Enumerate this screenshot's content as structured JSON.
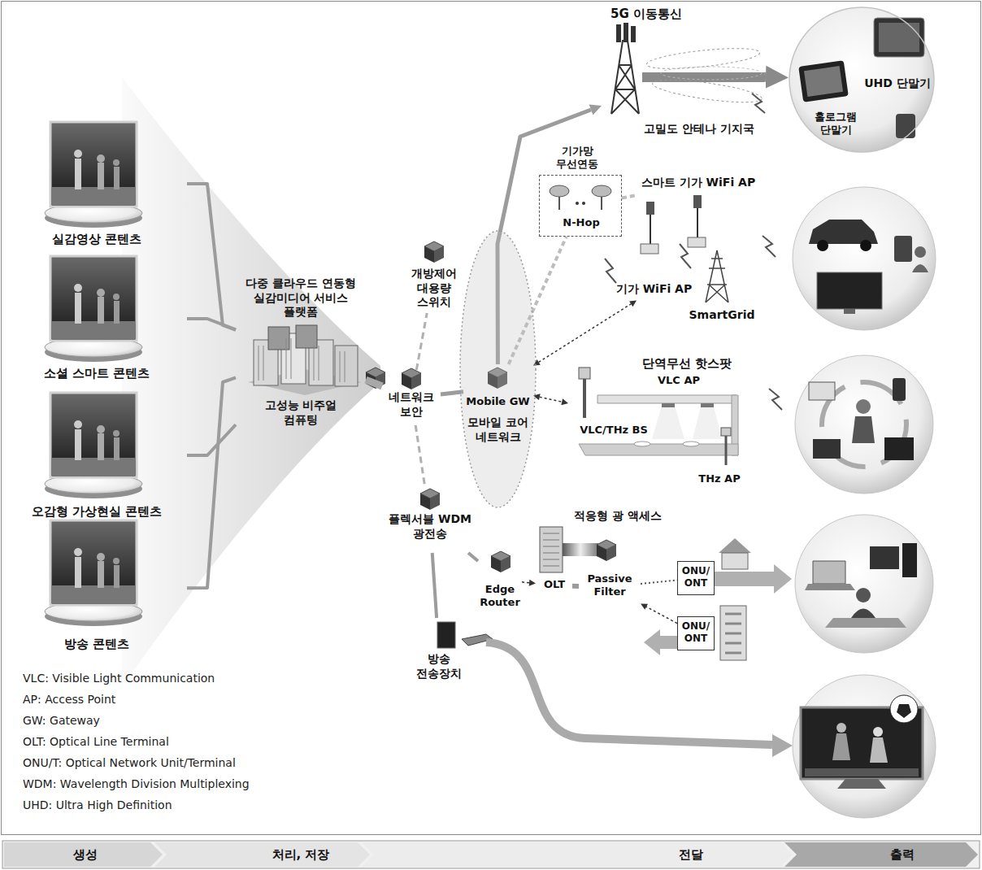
{
  "diagram": {
    "nodes": [
      {
        "text": [
          "실감영상 콘텐츠"
        ]
      },
      {
        "text": [
          "소셜 스마트 콘텐츠"
        ]
      },
      {
        "text": [
          "오감형 가상현실 콘텐츠"
        ]
      },
      {
        "text": [
          "방송 콘텐츠"
        ]
      },
      {
        "text": [
          "다중 클라우드 연동형 실감미디어 서비스 플랫폼",
          "고성능 비주얼 컴퓨팅"
        ]
      },
      {
        "text": [
          "개방제어 대용량 스위치"
        ]
      },
      {
        "text": [
          "네트워크 보안"
        ]
      },
      {
        "text": [
          "모바일 코어 네트워크"
        ]
      },
      {
        "text": [
          "Mobile GW"
        ],
        "in": 7
      },
      {
        "text": [
          "플렉서블 WDM 광전송"
        ]
      },
      {
        "text": [
          "방송 전송장치"
        ]
      },
      {
        "text": [
          "5G 이동통신",
          "고밀도 안테나 기지국"
        ]
      },
      {
        "text": [
          "N-Hop"
        ]
      },
      {
        "text": [
          "스마트 기가 WiFi AP"
        ]
      },
      {
        "text": [
          "기가 WiFi AP"
        ]
      },
      {
        "text": [
          "SmartGrid"
        ]
      },
      {
        "text": [
          "단역무선 핫스팟",
          "VLC AP"
        ]
      },
      {
        "text": [
          "VLC/THz BS"
        ],
        "in": 16
      },
      {
        "text": [
          "THz AP"
        ],
        "in": 16
      },
      {
        "text": [
          "Edge Router"
        ]
      },
      {
        "text": [
          "OLT"
        ]
      },
      {
        "text": [
          "Passive Filter"
        ]
      },
      {
        "text": [
          "ONU/ ONT"
        ]
      },
      {
        "text": [
          "ONU/ ONT"
        ]
      },
      {
        "text": [
          "UHD 단말기",
          "홀로그램 단말기"
        ]
      }
    ],
    "edges": [
      {
        "from": 0,
        "to": 4,
        "arrow": "none"
      },
      {
        "from": 1,
        "to": 4,
        "arrow": "none"
      },
      {
        "from": 2,
        "to": 4,
        "arrow": "none"
      },
      {
        "from": 3,
        "to": 4,
        "arrow": "none"
      },
      {
        "from": 4,
        "to": 6,
        "arrow": "none"
      },
      {
        "from": 6,
        "to": 5,
        "arrow": "none"
      },
      {
        "from": 6,
        "to": 8,
        "arrow": "none"
      },
      {
        "from": 6,
        "to": 9,
        "arrow": "none"
      },
      {
        "from": 9,
        "to": 10,
        "arrow": "none"
      },
      {
        "from": 9,
        "to": 19,
        "arrow": "none"
      },
      {
        "from": 19,
        "to": 20,
        "arrow": "to"
      },
      {
        "from": 20,
        "to": 21,
        "arrow": "none"
      },
      {
        "from": 21,
        "to": 22,
        "arrow": "none"
      },
      {
        "from": 23,
        "to": 21,
        "arrow": "to"
      },
      {
        "from": 8,
        "to": 11,
        "arrow": "to"
      },
      {
        "from": 11,
        "to": 24,
        "arrow": "to"
      },
      {
        "from": 8,
        "to": 12,
        "arrow": "none"
      },
      {
        "from": 12,
        "to": 13,
        "arrow": "none"
      },
      {
        "from": 8,
        "to": 14,
        "arrow": "both"
      },
      {
        "from": 8,
        "to": 16,
        "arrow": "both"
      }
    ],
    "labels": [
      "기가망 무선연동",
      "적응형 광 액세스",
      "VLC: Visible Light Communication",
      "AP: Access Point",
      "GW: Gateway",
      "OLT: Optical Line Terminal",
      "ONU/T: Optical Network Unit/Terminal",
      "WDM: Wavelength Division Multiplexing",
      "UHD: Ultra High Definition",
      "생성",
      "처리, 저장",
      "전달",
      "출력"
    ]
  }
}
